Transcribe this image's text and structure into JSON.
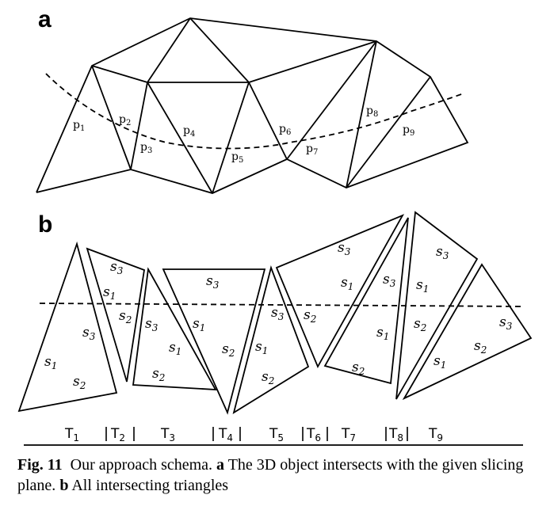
{
  "panel_a": {
    "label": "a",
    "points": [
      "p1",
      "p2",
      "p3",
      "p4",
      "p5",
      "p6",
      "p7",
      "p8",
      "p9"
    ]
  },
  "panel_b": {
    "label": "b",
    "segments": [
      "T1",
      "T2",
      "T3",
      "T4",
      "T5",
      "T6",
      "T7",
      "T8",
      "T9"
    ],
    "triangles": [
      {
        "id": "T1",
        "labels": [
          "s1",
          "s2",
          "s3"
        ]
      },
      {
        "id": "T2",
        "labels": [
          "s1",
          "s2",
          "s3"
        ]
      },
      {
        "id": "T3",
        "labels": [
          "s1",
          "s2",
          "s3"
        ]
      },
      {
        "id": "T4",
        "labels": [
          "s1",
          "s2",
          "s3"
        ]
      },
      {
        "id": "T5",
        "labels": [
          "s1",
          "s2",
          "s3"
        ]
      },
      {
        "id": "T6",
        "labels": [
          "s1",
          "s2",
          "s3"
        ]
      },
      {
        "id": "T7",
        "labels": [
          "s1",
          "s2",
          "s3"
        ]
      },
      {
        "id": "T8",
        "labels": [
          "s1",
          "s2",
          "s3"
        ]
      },
      {
        "id": "T9",
        "labels": [
          "s1",
          "s2",
          "s3"
        ]
      }
    ]
  },
  "caption": {
    "fig": "Fig. 11",
    "text1": "Our approach schema.",
    "a": "a",
    "text2": "The 3D object intersects with the given slicing plane.",
    "b": "b",
    "text3": "All intersecting triangles"
  }
}
